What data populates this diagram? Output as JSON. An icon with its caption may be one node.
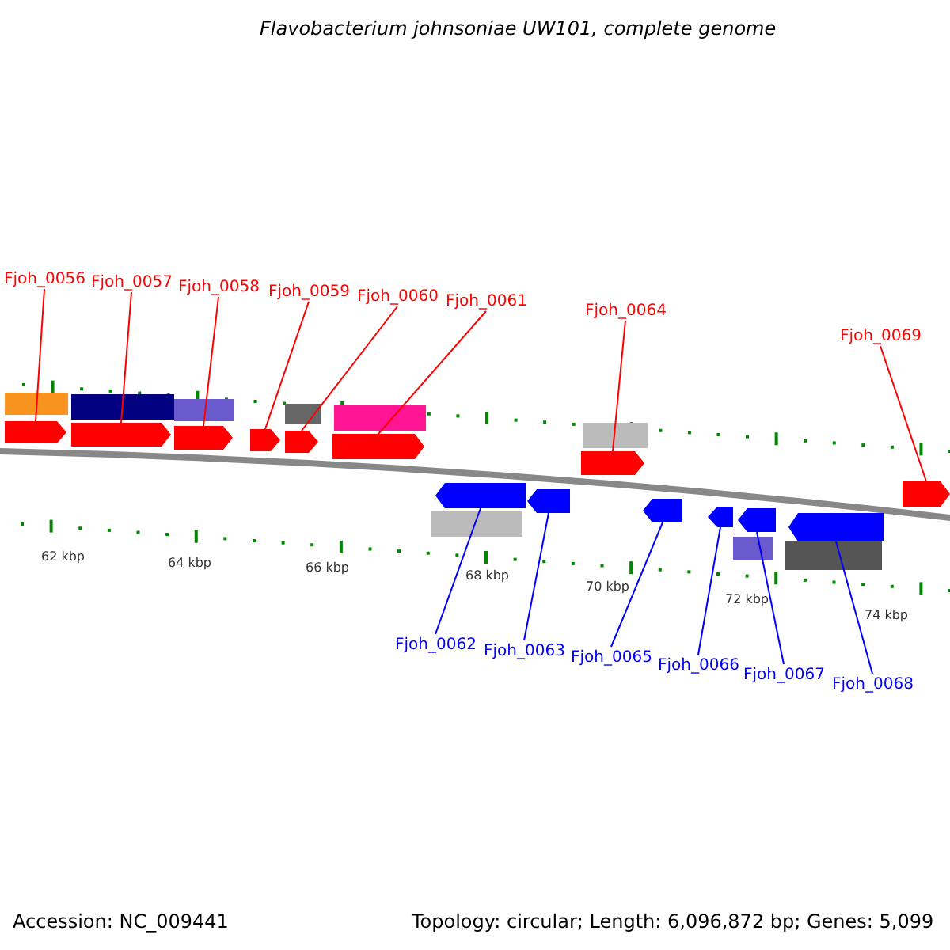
{
  "diagram": {
    "title": "Flavobacterium johnsoniae UW101, complete genome",
    "nodes": [
      {
        "text": [
          "Fjoh_0056"
        ]
      },
      {
        "text": [
          "Fjoh_0057"
        ]
      },
      {
        "text": [
          "Fjoh_0058"
        ]
      },
      {
        "text": [
          "Fjoh_0059"
        ]
      },
      {
        "text": [
          "Fjoh_0060"
        ]
      },
      {
        "text": [
          "Fjoh_0061"
        ]
      },
      {
        "text": [
          "Fjoh_0064"
        ]
      },
      {
        "text": [
          "Fjoh_0069"
        ]
      },
      {
        "text": [
          "Fjoh_0062"
        ]
      },
      {
        "text": [
          "Fjoh_0063"
        ]
      },
      {
        "text": [
          "Fjoh_0065"
        ]
      },
      {
        "text": [
          "Fjoh_0066"
        ]
      },
      {
        "text": [
          "Fjoh_0067"
        ]
      },
      {
        "text": [
          "Fjoh_0068"
        ]
      },
      {
        "text": [],
        "shape": "arrow"
      },
      {
        "text": [],
        "shape": "arrow"
      },
      {
        "text": [],
        "shape": "arrow"
      },
      {
        "text": [],
        "shape": "arrow"
      },
      {
        "text": [],
        "shape": "arrow"
      },
      {
        "text": [],
        "shape": "arrow"
      },
      {
        "text": [],
        "shape": "arrow"
      },
      {
        "text": [],
        "shape": "arrow"
      },
      {
        "text": [],
        "shape": "arrow"
      },
      {
        "text": [],
        "shape": "arrow"
      },
      {
        "text": [],
        "shape": "arrow"
      },
      {
        "text": [],
        "shape": "arrow"
      },
      {
        "text": [],
        "shape": "arrow"
      },
      {
        "text": [],
        "shape": "arrow"
      }
    ],
    "edges": [
      {
        "from": 0,
        "to": 14,
        "arrow": "none"
      },
      {
        "from": 1,
        "to": 15,
        "arrow": "none"
      },
      {
        "from": 2,
        "to": 16,
        "arrow": "none"
      },
      {
        "from": 3,
        "to": 17,
        "arrow": "none"
      },
      {
        "from": 4,
        "to": 18,
        "arrow": "none"
      },
      {
        "from": 5,
        "to": 19,
        "arrow": "none"
      },
      {
        "from": 6,
        "to": 20,
        "arrow": "none"
      },
      {
        "from": 7,
        "to": 27,
        "arrow": "none"
      },
      {
        "from": 8,
        "to": 21,
        "arrow": "none",
        "color": "#0000ff"
      },
      {
        "from": 9,
        "to": 22,
        "arrow": "none",
        "color": "#0000ff"
      },
      {
        "from": 10,
        "to": 23,
        "arrow": "none",
        "color": "#0000ff"
      },
      {
        "from": 11,
        "to": 24,
        "arrow": "none",
        "color": "#0000ff"
      },
      {
        "from": 12,
        "to": 25,
        "arrow": "none",
        "color": "#0000ff"
      },
      {
        "from": 13,
        "to": 26,
        "arrow": "none",
        "color": "#0000ff"
      }
    ],
    "labels": [
      "62 kbp",
      "64 kbp",
      "66 kbp",
      "68 kbp",
      "70 kbp",
      "72 kbp",
      "74 kbp",
      "Accession: NC_009441",
      "Topology: circular; Length: 6,096,872 bp; Genes: 5,099"
    ]
  }
}
